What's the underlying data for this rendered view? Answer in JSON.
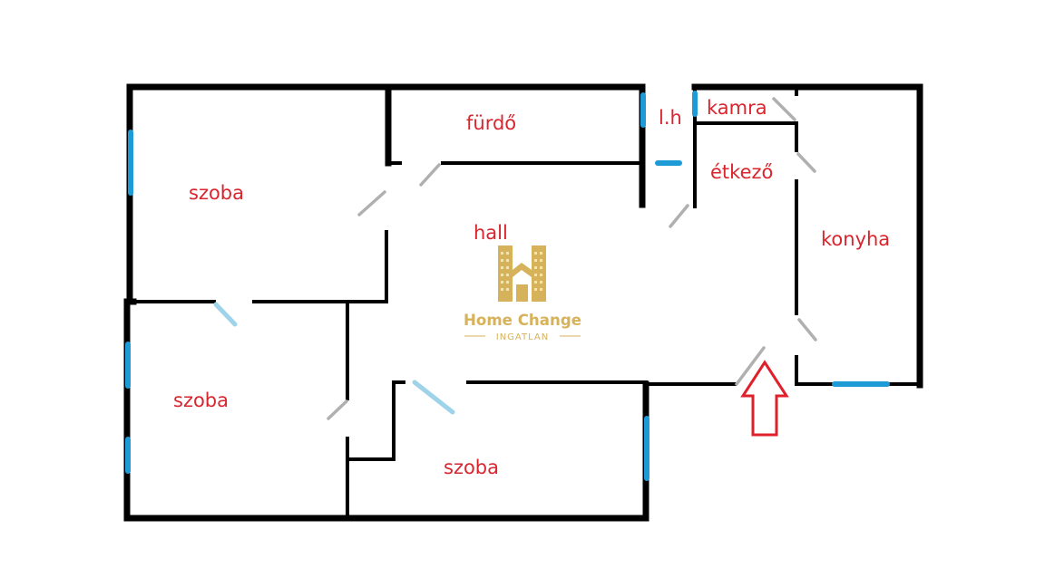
{
  "rooms": {
    "bathroom": "fürdő",
    "toilet": "l.h",
    "pantry": "kamra",
    "dining": "étkező",
    "kitchen": "konyha",
    "hall": "hall",
    "room_top_left": "szoba",
    "room_bottom_left": "szoba",
    "room_bottom_middle": "szoba"
  },
  "logo": {
    "brand": "Home Change",
    "subtitle": "INGATLAN"
  },
  "colors": {
    "walls": "#000000",
    "windows": "#1e9ad6",
    "doors": "#b0b0b0",
    "labels": "#d9252e",
    "entrance_arrow": "#e0202a",
    "logo_gold": "#d6b25a"
  },
  "icons": {
    "entrance": "up-arrow-icon",
    "logo": "house-h-logo-icon"
  }
}
